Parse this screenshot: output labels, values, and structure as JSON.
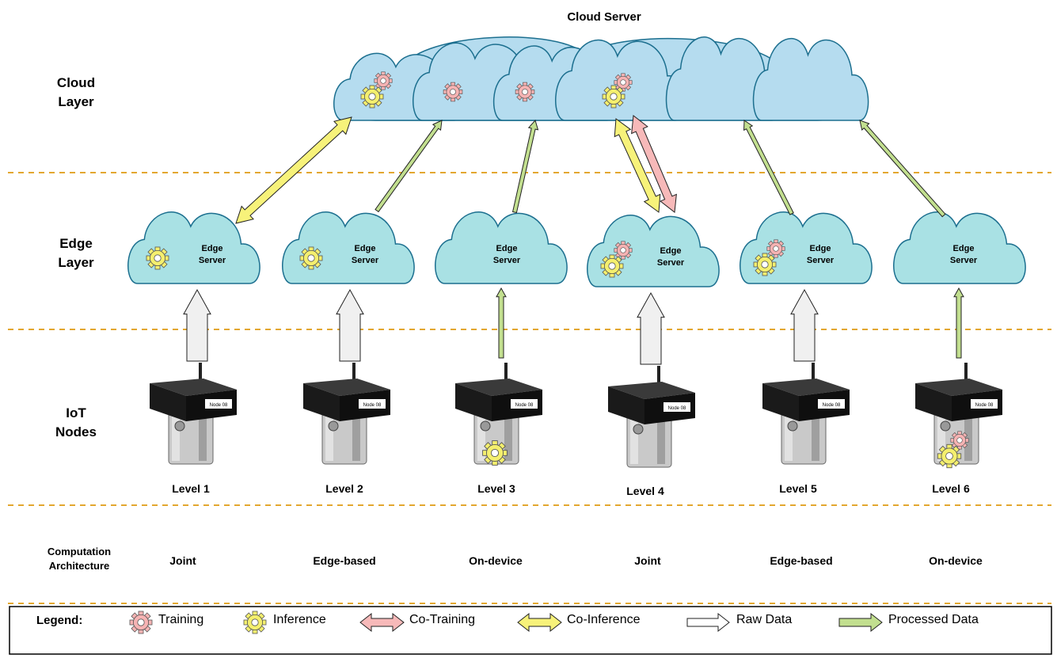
{
  "title": "Cloud Server",
  "layers": {
    "cloud": [
      "Cloud",
      "Layer"
    ],
    "edge": [
      "Edge",
      "Layer"
    ],
    "iot": [
      "IoT",
      "Nodes"
    ],
    "computation": [
      "Computation",
      "Architecture"
    ]
  },
  "edge_server_label": [
    "Edge",
    "Server"
  ],
  "device_label": "Node 08",
  "levels": [
    {
      "label": "Level 1",
      "architecture": "Joint"
    },
    {
      "label": "Level 2",
      "architecture": "Edge-based"
    },
    {
      "label": "Level 3",
      "architecture": "On-device"
    },
    {
      "label": "Level 4",
      "architecture": "Joint"
    },
    {
      "label": "Level 5",
      "architecture": "Edge-based"
    },
    {
      "label": "Level 6",
      "architecture": "On-device"
    }
  ],
  "legend": {
    "title": "Legend:",
    "items": [
      {
        "label": "Training",
        "icon": "training-gear-icon"
      },
      {
        "label": "Inference",
        "icon": "inference-gear-icon"
      },
      {
        "label": "Co-Training",
        "icon": "double-arrow-icon"
      },
      {
        "label": "Co-Inference",
        "icon": "double-arrow-icon"
      },
      {
        "label": "Raw Data",
        "icon": "arrow-icon"
      },
      {
        "label": "Processed Data",
        "icon": "arrow-icon"
      }
    ]
  },
  "colors": {
    "cloud_fill": "#b5dcef",
    "edge_fill": "#a9e1e4",
    "outline": "#1c6f8f",
    "divider": "#e3a72f",
    "training": "#f6b3b3",
    "inference": "#f4ef6e",
    "co_training": "#f7b9b9",
    "co_inference": "#f7f27a",
    "raw_data": "#f0f0f0",
    "processed_data": "#c2df8f"
  }
}
